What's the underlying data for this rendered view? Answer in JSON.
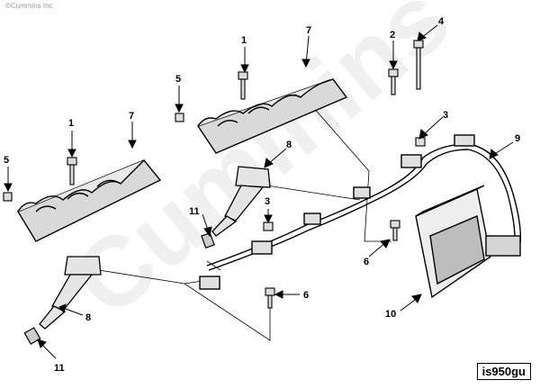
{
  "copyright": "©Cummins Inc",
  "watermark": "Cummins",
  "figure_id": "is950gu",
  "callouts": {
    "c1a": "1",
    "c1b": "1",
    "c2": "2",
    "c3a": "3",
    "c3b": "3",
    "c4": "4",
    "c5a": "5",
    "c5b": "5",
    "c6a": "6",
    "c6b": "6",
    "c7a": "7",
    "c7b": "7",
    "c8a": "8",
    "c8b": "8",
    "c9": "9",
    "c10": "10",
    "c11a": "11",
    "c11b": "11"
  }
}
